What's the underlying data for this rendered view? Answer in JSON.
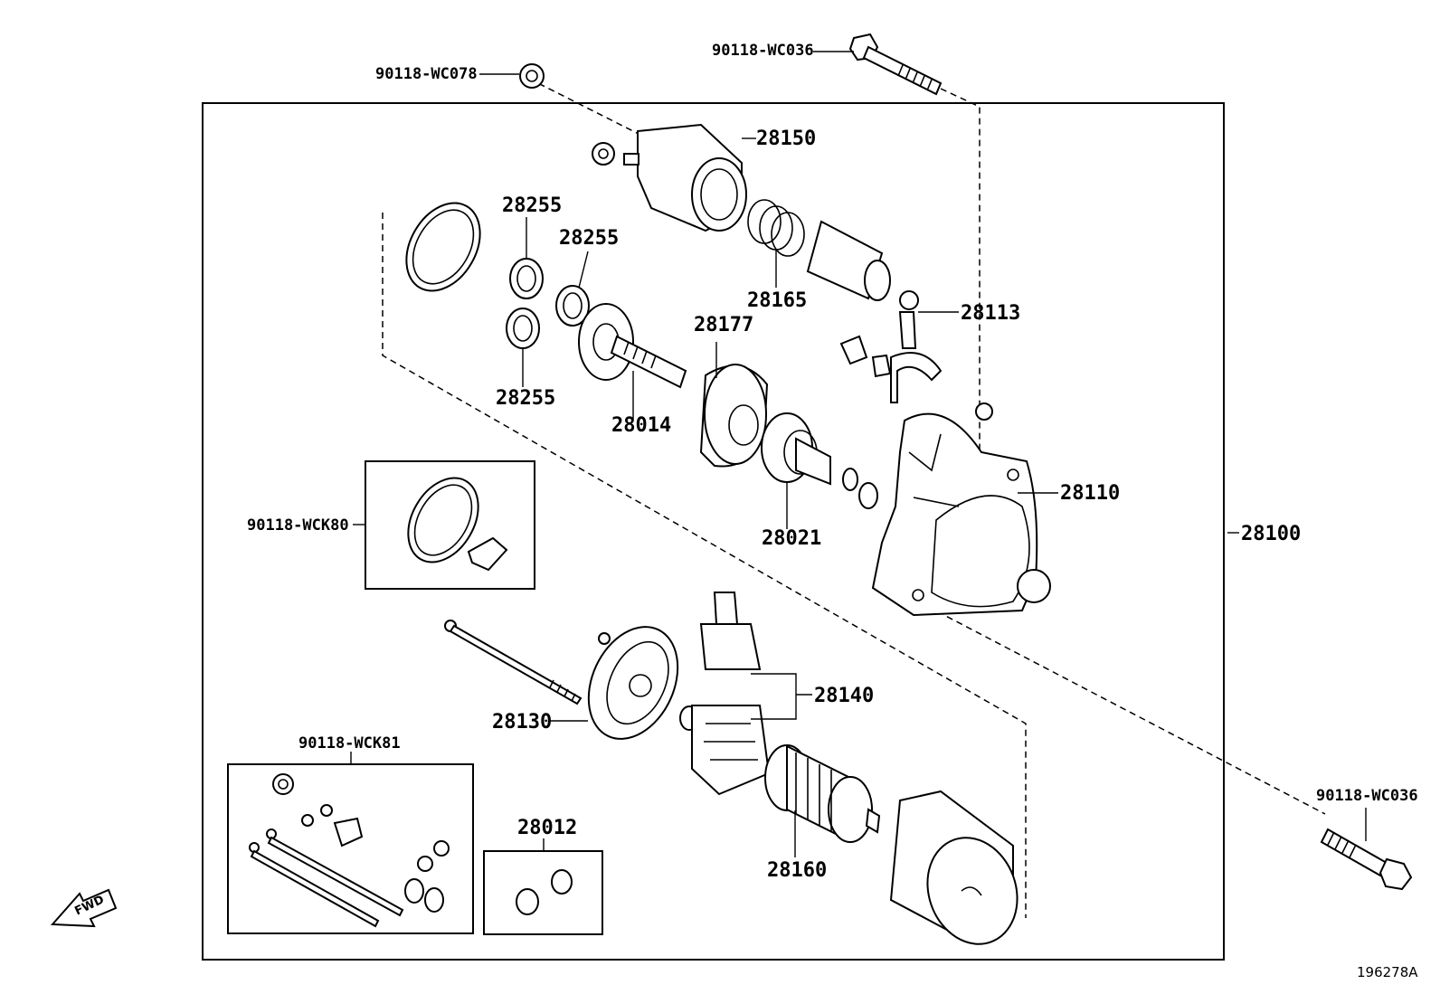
{
  "diagram": {
    "labels": {
      "bolt_top": "90118-WC036",
      "nut_top": "90118-WC078",
      "solenoid": "28150",
      "bearing_a": "28255",
      "bearing_b": "28255",
      "bearing_c": "28255",
      "plunger_spring": "28165",
      "lever": "28113",
      "planet_shaft": "28014",
      "center_bracket": "28177",
      "clutch": "28021",
      "housing": "28110",
      "assembly": "28100",
      "kit_seal": "90118-WCK80",
      "through_bolt_kit": "90118-WCK81",
      "end_frame": "28130",
      "brush_holder": "28140",
      "armature": "28160",
      "bushing_kit": "28012",
      "bolt_bottom": "90118-WC036"
    },
    "fwd_text": "FWD",
    "reference_code": "196278A"
  }
}
